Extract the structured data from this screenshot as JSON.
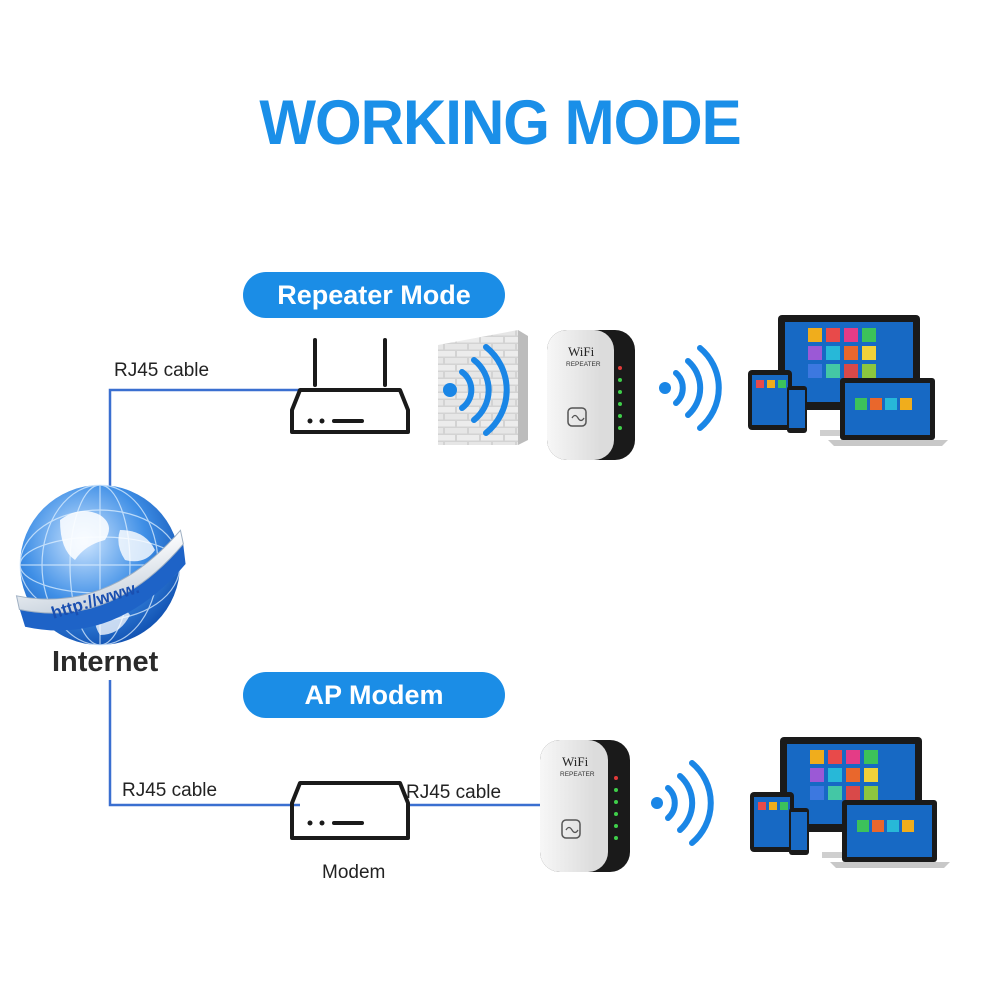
{
  "title": "WORKING MODE",
  "modes": {
    "repeater": {
      "label": "Repeater Mode",
      "cable_label": "RJ45 cable"
    },
    "ap": {
      "label": "AP Modem",
      "cable_label_left": "RJ45 cable",
      "cable_label_right": "RJ45 cable",
      "modem_label": "Modem"
    }
  },
  "internet": {
    "label": "Internet",
    "url_text": "http://www."
  },
  "repeater_device": {
    "brand": "WiFi",
    "subtitle": "REPEATER"
  },
  "colors": {
    "accent": "#1b8de6",
    "cable": "#3a6fd0",
    "wave": "#1a86e6",
    "device_dark": "#151515"
  }
}
